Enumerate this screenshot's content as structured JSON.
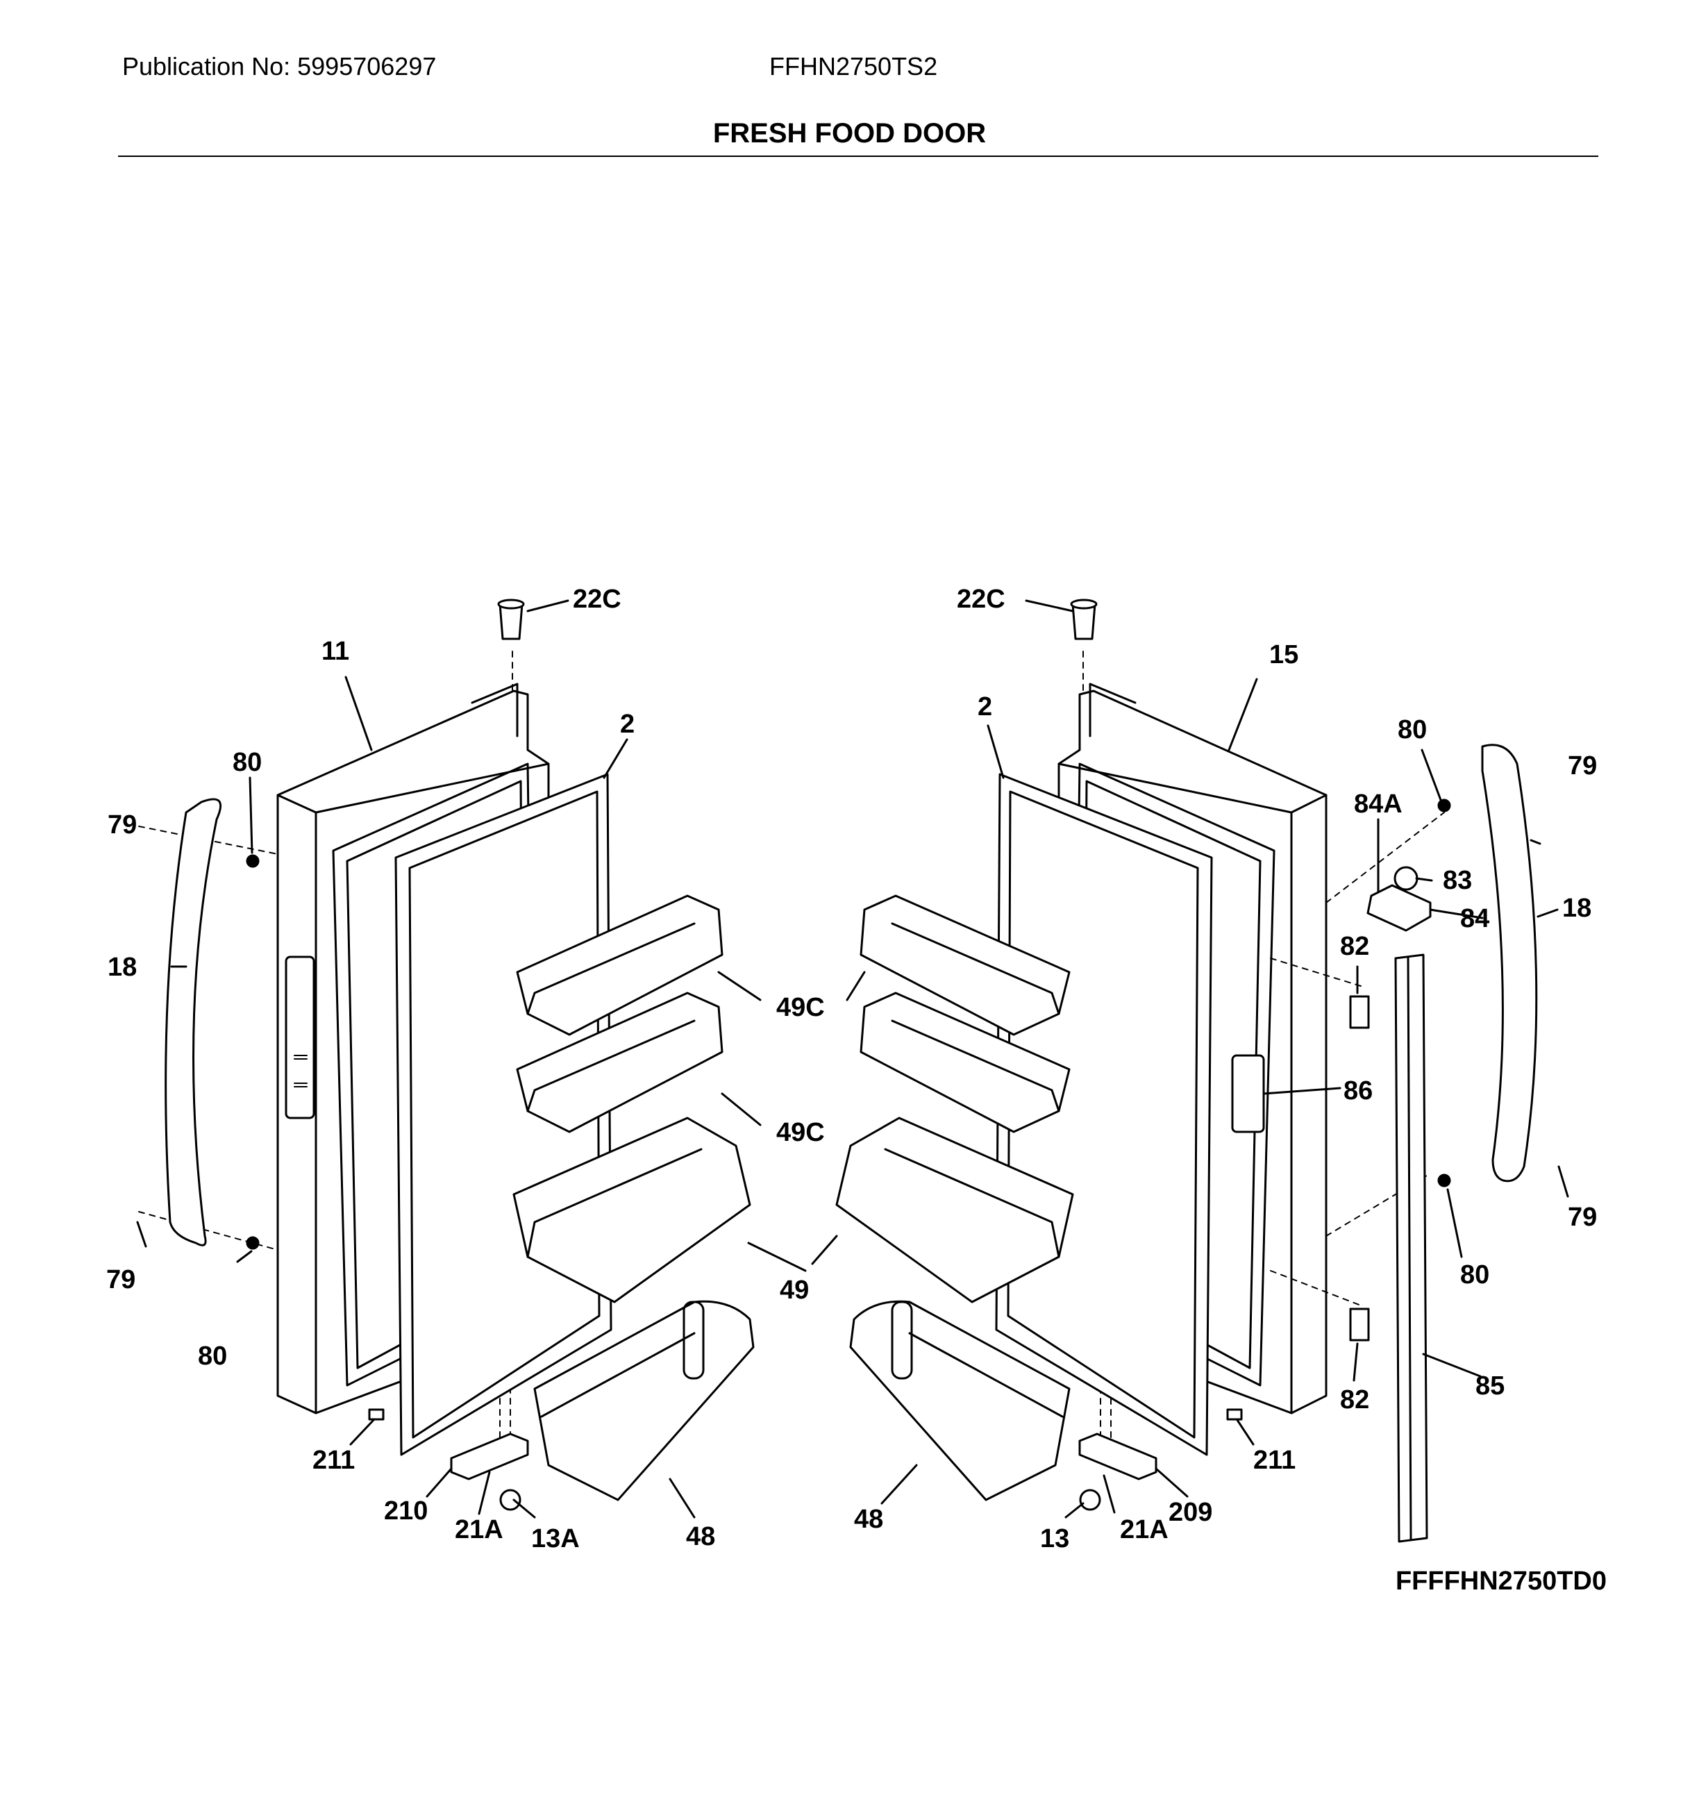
{
  "header": {
    "publication": "Publication No: 5995706297",
    "model": "FFHN2750TS2",
    "title": "FRESH FOOD DOOR"
  },
  "callouts": [
    {
      "id": "c-22c-l",
      "text": "22C"
    },
    {
      "id": "c-22c-r",
      "text": "22C"
    },
    {
      "id": "c-11",
      "text": "11"
    },
    {
      "id": "c-15",
      "text": "15"
    },
    {
      "id": "c-2-l",
      "text": "2"
    },
    {
      "id": "c-2-r",
      "text": "2"
    },
    {
      "id": "c-80-tl",
      "text": "80"
    },
    {
      "id": "c-80-bl",
      "text": "80"
    },
    {
      "id": "c-80-tr",
      "text": "80"
    },
    {
      "id": "c-80-br",
      "text": "80"
    },
    {
      "id": "c-79-tl",
      "text": "79"
    },
    {
      "id": "c-79-bl",
      "text": "79"
    },
    {
      "id": "c-79-tr",
      "text": "79"
    },
    {
      "id": "c-79-br",
      "text": "79"
    },
    {
      "id": "c-18-l",
      "text": "18"
    },
    {
      "id": "c-18-r",
      "text": "18"
    },
    {
      "id": "c-49c-l1",
      "text": "49C"
    },
    {
      "id": "c-49c-l2",
      "text": "49C"
    },
    {
      "id": "c-49",
      "text": "49"
    },
    {
      "id": "c-48-l",
      "text": "48"
    },
    {
      "id": "c-48-r",
      "text": "48"
    },
    {
      "id": "c-84a",
      "text": "84A"
    },
    {
      "id": "c-83",
      "text": "83"
    },
    {
      "id": "c-84",
      "text": "84"
    },
    {
      "id": "c-82-t",
      "text": "82"
    },
    {
      "id": "c-82-b",
      "text": "82"
    },
    {
      "id": "c-86",
      "text": "86"
    },
    {
      "id": "c-85",
      "text": "85"
    },
    {
      "id": "c-211-l",
      "text": "211"
    },
    {
      "id": "c-211-r",
      "text": "211"
    },
    {
      "id": "c-210",
      "text": "210"
    },
    {
      "id": "c-209",
      "text": "209"
    },
    {
      "id": "c-21a-l",
      "text": "21A"
    },
    {
      "id": "c-21a-r",
      "text": "21A"
    },
    {
      "id": "c-13a",
      "text": "13A"
    },
    {
      "id": "c-13",
      "text": "13"
    }
  ],
  "footer": {
    "diagram_code": "FFFFHN2750TD0"
  }
}
